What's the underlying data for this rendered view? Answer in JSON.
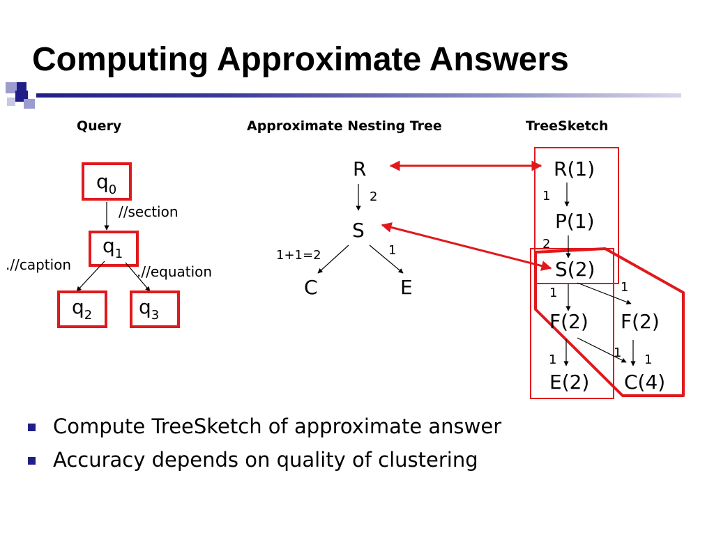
{
  "title": "Computing Approximate Answers",
  "headers": {
    "query": "Query",
    "nesting_tree": "Approximate Nesting Tree",
    "treesketch": "TreeSketch"
  },
  "query": {
    "q0": {
      "base": "q",
      "sub": "0"
    },
    "q1": {
      "base": "q",
      "sub": "1"
    },
    "q2": {
      "base": "q",
      "sub": "2"
    },
    "q3": {
      "base": "q",
      "sub": "3"
    },
    "edge_section": "//section",
    "edge_caption": ".//caption",
    "edge_equation": ".//equation"
  },
  "nesting_tree": {
    "r": "R",
    "s": "S",
    "c": "C",
    "e": "E",
    "count_rs": "2",
    "count_sc": "1+1=2",
    "count_se": "1"
  },
  "treesketch": {
    "r": "R(1)",
    "p": "P(1)",
    "s": "S(2)",
    "f_left": "F(2)",
    "f_right": "F(2)",
    "e": "E(2)",
    "c": "C(4)",
    "count_rp": "1",
    "count_ps": "2",
    "count_sf_left": "1",
    "count_sf_right": "1",
    "count_fl_e": "1",
    "count_fl_c": "1",
    "count_fr_c": "1"
  },
  "bullets": [
    "Compute TreeSketch of approximate answer",
    "Accuracy depends on quality of clustering"
  ],
  "colors": {
    "accent_red": "#e0191d",
    "bullet_blue": "#1f1f87"
  }
}
